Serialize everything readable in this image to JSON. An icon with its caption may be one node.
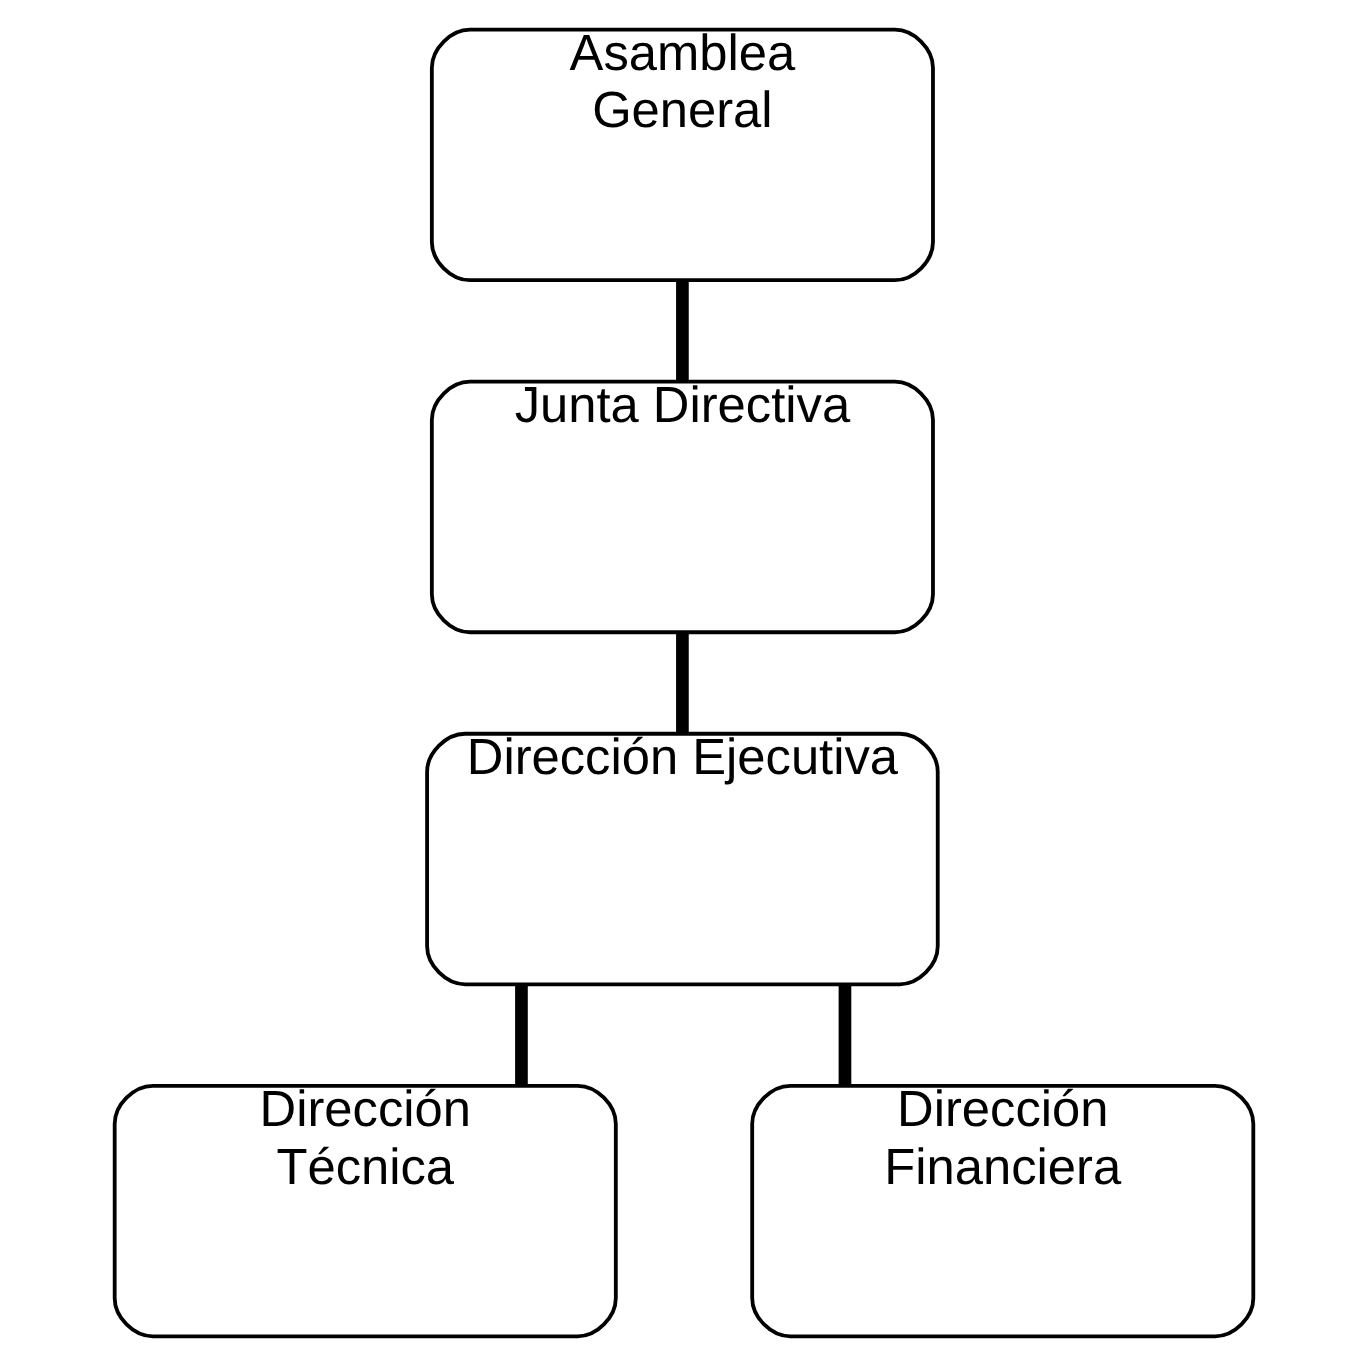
{
  "diagram": {
    "nodes": [
      {
        "text": [
          "Asamblea General"
        ]
      },
      {
        "text": [
          "Junta Directiva"
        ]
      },
      {
        "text": [
          "Dirección Ejecutiva"
        ]
      },
      {
        "text": [
          "Dirección Técnica"
        ]
      },
      {
        "text": [
          "Dirección Financiera"
        ]
      }
    ],
    "edges": [
      {
        "from": 0,
        "to": 1,
        "arrow": "none"
      },
      {
        "from": 1,
        "to": 2,
        "arrow": "none"
      },
      {
        "from": 2,
        "to": 3,
        "arrow": "none"
      },
      {
        "from": 2,
        "to": 4,
        "arrow": "none"
      }
    ]
  }
}
